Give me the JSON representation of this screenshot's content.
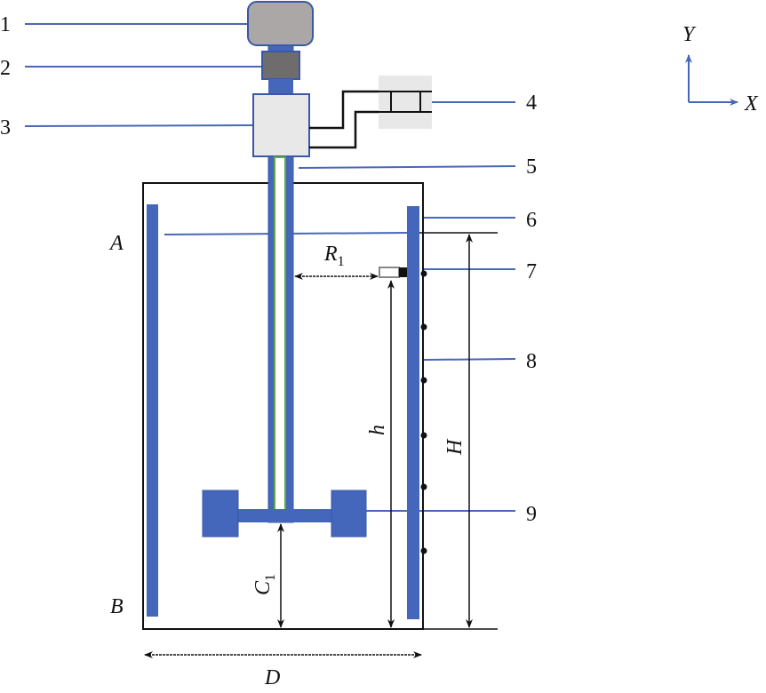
{
  "labels": {
    "n1": "1",
    "n2": "2",
    "n3": "3",
    "n4": "4",
    "n5": "5",
    "n6": "6",
    "n7": "7",
    "n8": "8",
    "n9": "9"
  },
  "symbols": {
    "A": "A",
    "B": "B",
    "R": "R",
    "R_sub": "1",
    "h": "h",
    "H": "H",
    "C": "C",
    "C_sub": "1",
    "D": "D"
  },
  "axes": {
    "y": "Y",
    "x": "X"
  },
  "colors": {
    "blue": "#4466bb",
    "motor": "#aca7a7",
    "reducer": "#6e6c6c",
    "box": "#e8e8e8",
    "shaft_inner": "#5fae3c"
  }
}
